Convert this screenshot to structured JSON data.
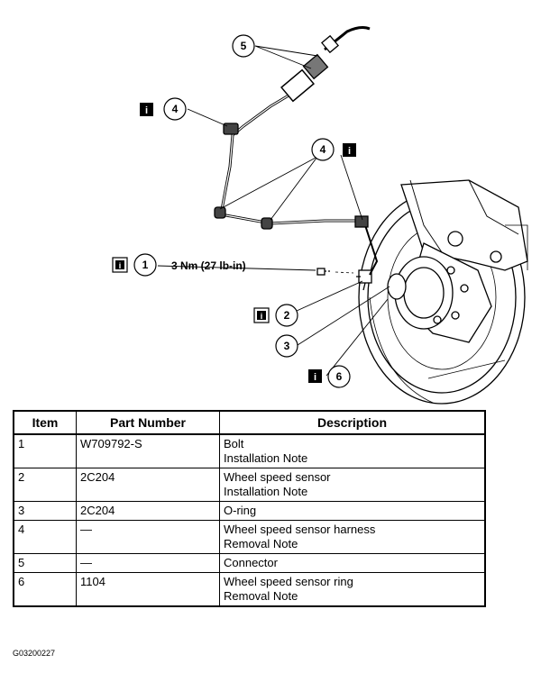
{
  "callouts": {
    "c1": "1",
    "c2": "2",
    "c3": "3",
    "c4a": "4",
    "c4b": "4",
    "c5": "5",
    "c6": "6",
    "info_glyph": "i",
    "torque": "3 Nm (27 lb-in)"
  },
  "table": {
    "headers": {
      "item": "Item",
      "part": "Part Number",
      "desc": "Description"
    },
    "rows": [
      {
        "item": "1",
        "part": "W709792-S",
        "desc1": "Bolt",
        "desc2": "Installation Note"
      },
      {
        "item": "2",
        "part": "2C204",
        "desc1": "Wheel speed sensor",
        "desc2": "Installation Note"
      },
      {
        "item": "3",
        "part": "2C204",
        "desc1": "O-ring",
        "desc2": ""
      },
      {
        "item": "4",
        "part": "—",
        "desc1": "Wheel speed sensor harness",
        "desc2": "Removal Note"
      },
      {
        "item": "5",
        "part": "—",
        "desc1": "Connector",
        "desc2": ""
      },
      {
        "item": "6",
        "part": "1104",
        "desc1": "Wheel speed sensor ring",
        "desc2": "Removal Note"
      }
    ]
  },
  "figure_id": "G03200227",
  "icons": {
    "info": "info-box-icon"
  }
}
